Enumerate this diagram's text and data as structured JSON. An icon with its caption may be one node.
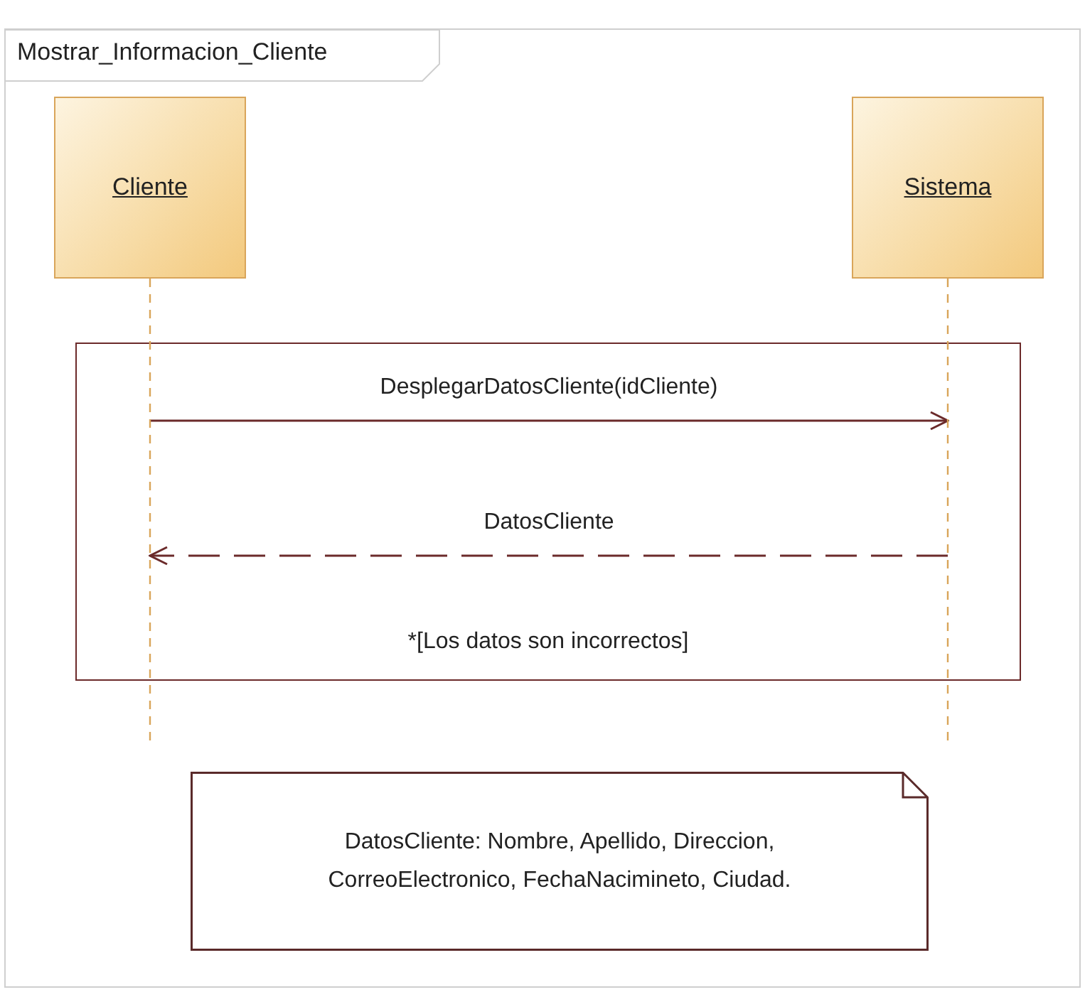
{
  "diagram": {
    "nodes": [
      {
        "text": [
          "Mostrar_Informacion_Cliente"
        ]
      },
      {
        "text": [
          "Cliente"
        ],
        "in": 0
      },
      {
        "text": [
          "Sistema"
        ],
        "in": 0
      },
      {
        "text": [
          "DatosCliente: Nombre, Apellido, Direccion, CorreoElectronico, FechaNacimineto, Ciudad."
        ],
        "in": 0
      }
    ],
    "edges": [
      {
        "from": 1,
        "to": 2,
        "arrow": "to",
        "label": "DesplegarDatosCliente(idCliente)"
      },
      {
        "from": 2,
        "to": 1,
        "arrow": "to",
        "label": "DatosCliente",
        "style": "dashed"
      }
    ],
    "labels": [
      "*[Los datos son incorrectos]"
    ]
  }
}
